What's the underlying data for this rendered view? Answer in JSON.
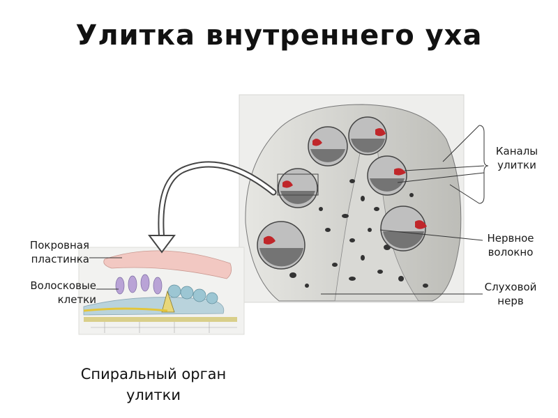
{
  "title": "Улитка внутреннего уха",
  "labels": {
    "tectorial_line1": "Покровная",
    "tectorial_line2": "пластинка",
    "hair_line1": "Волосковые",
    "hair_line2": "клетки",
    "canals_line1": "Каналы",
    "canals_line2": "улитки",
    "fiber_line1": "Нервное",
    "fiber_line2": "волокно",
    "nerve_line1": "Слуховой",
    "nerve_line2": "нерв"
  },
  "caption": {
    "line1": "Спиральный орган",
    "line2": "улитки"
  }
}
